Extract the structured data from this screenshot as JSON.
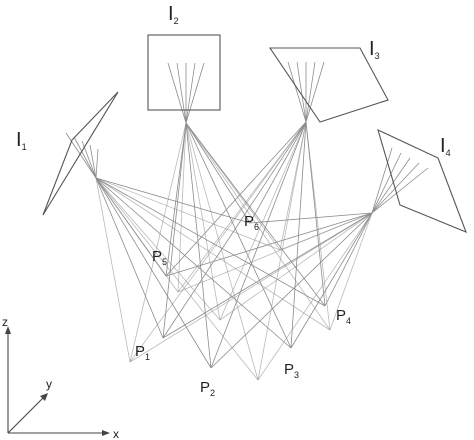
{
  "diagram": {
    "images": [
      {
        "name": "I",
        "sub": "1"
      },
      {
        "name": "I",
        "sub": "2"
      },
      {
        "name": "I",
        "sub": "3"
      },
      {
        "name": "I",
        "sub": "4"
      }
    ],
    "points": [
      {
        "name": "P",
        "sub": "1"
      },
      {
        "name": "P",
        "sub": "2"
      },
      {
        "name": "P",
        "sub": "3"
      },
      {
        "name": "P",
        "sub": "4"
      },
      {
        "name": "P",
        "sub": "5"
      },
      {
        "name": "P",
        "sub": "6"
      }
    ],
    "axes": {
      "z": "z",
      "y": "y",
      "x": "x"
    }
  }
}
